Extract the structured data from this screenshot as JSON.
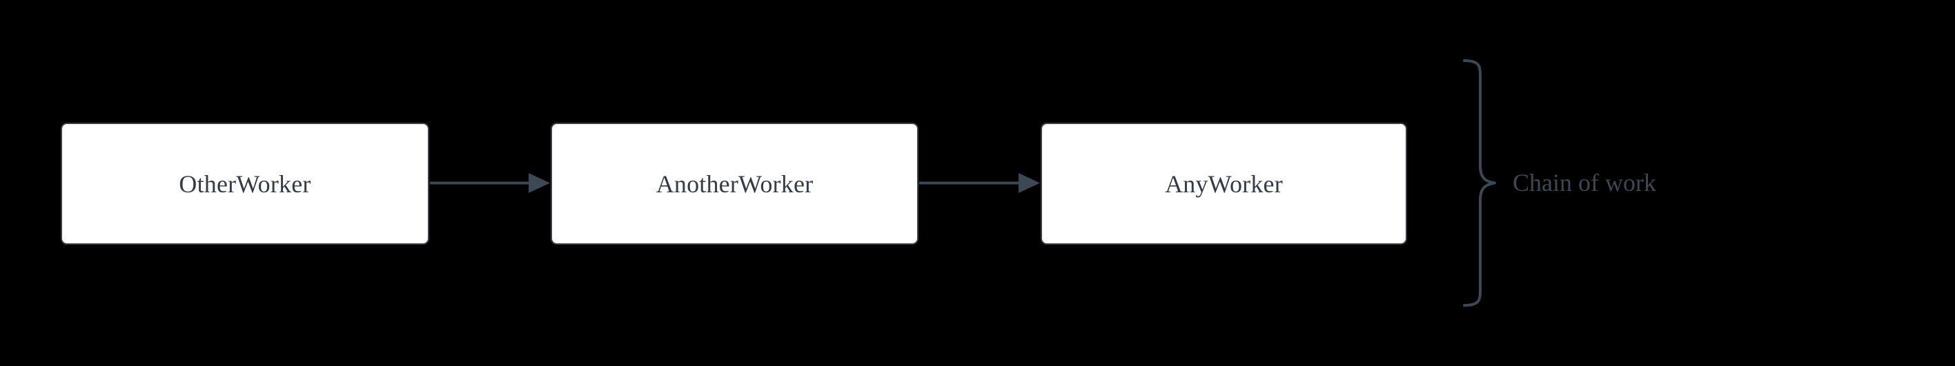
{
  "diagram": {
    "background_color": "#000000",
    "node_fill_color": "#ffffff",
    "node_border_color": "#39414d",
    "node_text_color": "#333c47",
    "edge_color": "#3d4856",
    "annotation_color": "#3d4852",
    "nodes": [
      {
        "id": "other-worker",
        "label": "OtherWorker"
      },
      {
        "id": "another-worker",
        "label": "AnotherWorker"
      },
      {
        "id": "any-worker",
        "label": "AnyWorker"
      }
    ],
    "edges": [
      {
        "id": "edge-other-to-another",
        "from": "OtherWorker",
        "to": "AnotherWorker",
        "label": "",
        "arrowhead": "solid-triangle"
      },
      {
        "id": "edge-another-to-any",
        "from": "AnotherWorker",
        "to": "AnyWorker",
        "label": "",
        "arrowhead": "solid-triangle"
      }
    ],
    "group_annotation": {
      "label": "Chain of work",
      "bracket": "curly-brace-right",
      "covers": [
        "OtherWorker",
        "AnotherWorker",
        "AnyWorker"
      ]
    }
  }
}
